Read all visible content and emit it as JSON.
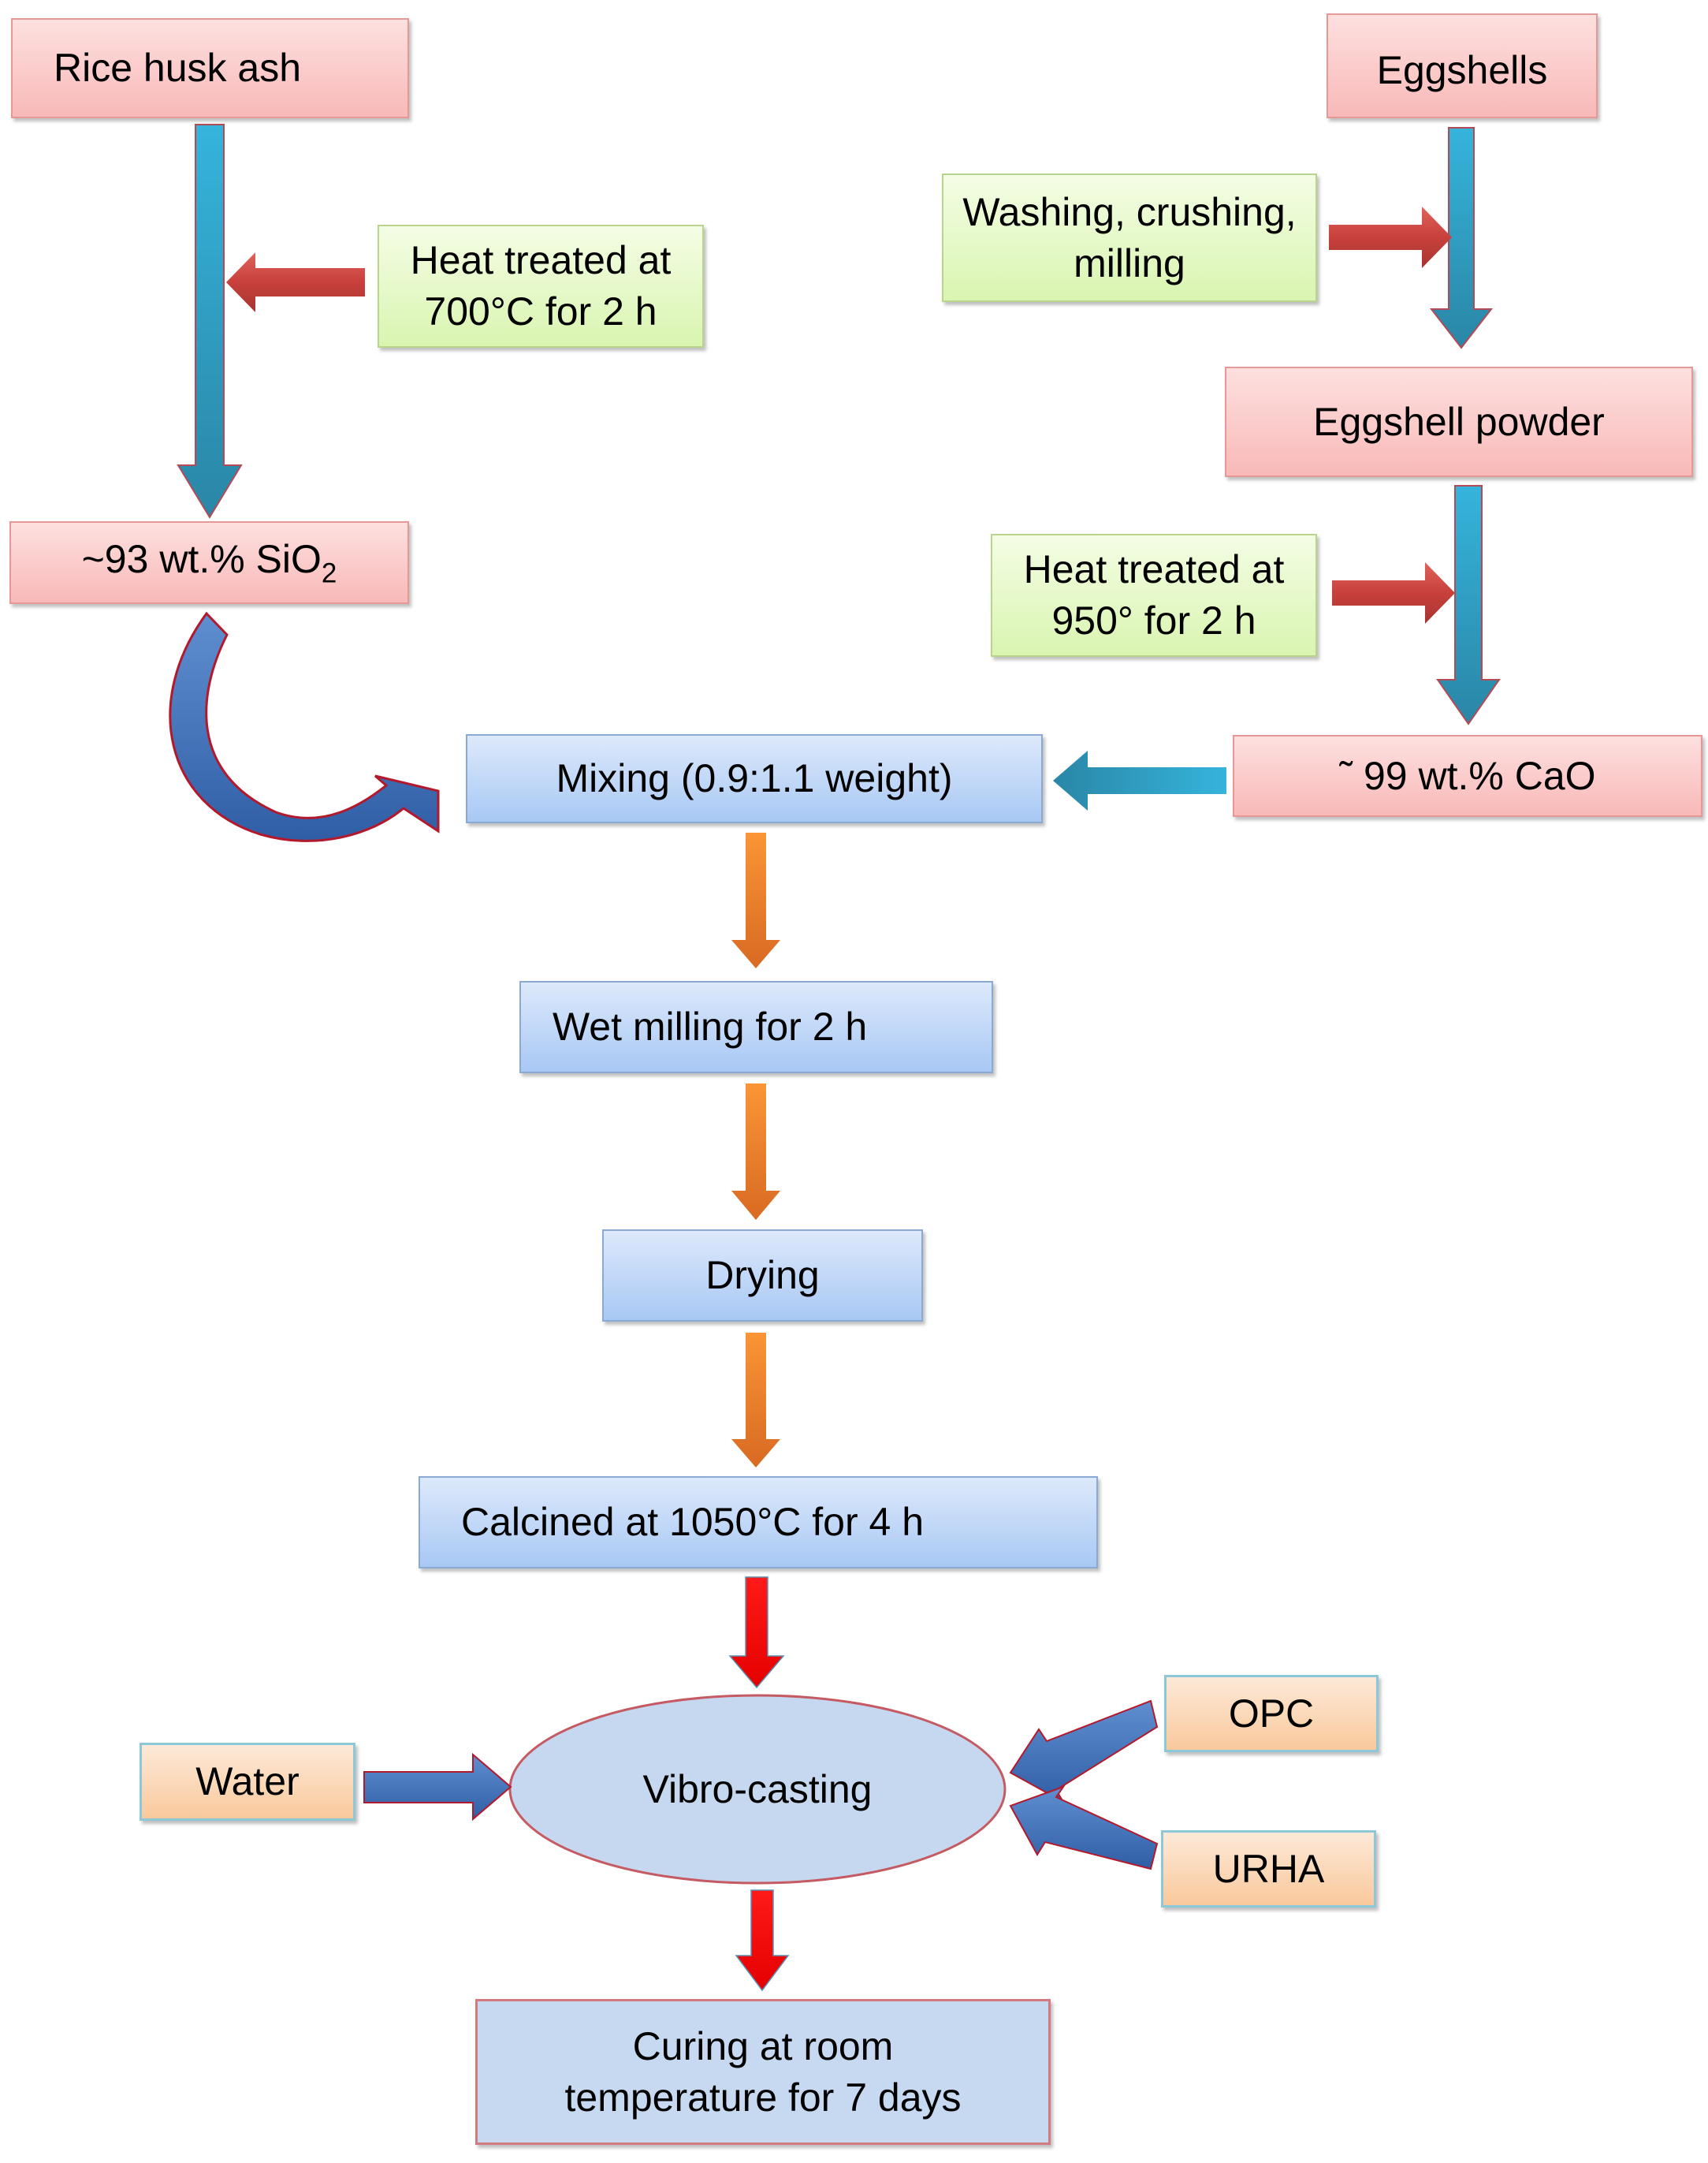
{
  "diagram": {
    "nodes": {
      "rice_husk_ash": "Rice husk ash",
      "heat_treat_rha": "Heat treated at\n700°C for  2 h",
      "silica_prefix": "~93 wt.% SiO",
      "silica_sub": "2",
      "eggshells": "Eggshells",
      "washing": "Washing, crushing,\nmilling",
      "eggshell_powder": "Eggshell powder",
      "heat_treat_egg": "Heat treated at\n950° for 2 h",
      "cao": "˜ 99 wt.% CaO",
      "mixing": "Mixing (0.9:1.1 weight)",
      "wet_milling": "Wet milling for 2 h",
      "drying": "Drying",
      "calcined": "Calcined at 1050°C for 4 h",
      "vibro_casting": "Vibro-casting",
      "water": "Water",
      "opc": "OPC",
      "urha": "URHA",
      "curing": "Curing at room\ntemperature for 7 days"
    },
    "edges": [
      {
        "from": "Rice husk ash",
        "to": "~93 wt.% SiO2",
        "color": "#2d9fc5"
      },
      {
        "from": "Heat treated at 700°C for 2 h",
        "to": "Rice husk ash arrow",
        "color": "#c8403c"
      },
      {
        "from": "~93 wt.% SiO2",
        "to": "Mixing (0.9:1.1 weight)",
        "color": "#4a72b0"
      },
      {
        "from": "Eggshells",
        "to": "Eggshell powder",
        "color": "#2d9fc5"
      },
      {
        "from": "Washing, crushing, milling",
        "to": "Eggshells arrow",
        "color": "#c8403c"
      },
      {
        "from": "Eggshell powder",
        "to": "~99 wt.% CaO",
        "color": "#2d9fc5"
      },
      {
        "from": "Heat treated at 950° for 2 h",
        "to": "Eggshell powder arrow",
        "color": "#c8403c"
      },
      {
        "from": "~99 wt.% CaO",
        "to": "Mixing (0.9:1.1 weight)",
        "color": "#2d9fc5"
      },
      {
        "from": "Mixing (0.9:1.1 weight)",
        "to": "Wet milling for 2 h",
        "color": "#f08a2c"
      },
      {
        "from": "Wet milling for 2 h",
        "to": "Drying",
        "color": "#f08a2c"
      },
      {
        "from": "Drying",
        "to": "Calcined at 1050°C for 4 h",
        "color": "#f08a2c"
      },
      {
        "from": "Calcined at 1050°C for 4 h",
        "to": "Vibro-casting",
        "color": "#ee1111"
      },
      {
        "from": "Water",
        "to": "Vibro-casting",
        "color": "#3f6fb8"
      },
      {
        "from": "OPC",
        "to": "Vibro-casting",
        "color": "#3f6fb8"
      },
      {
        "from": "URHA",
        "to": "Vibro-casting",
        "color": "#3f6fb8"
      },
      {
        "from": "Vibro-casting",
        "to": "Curing at room temperature for 7 days",
        "color": "#ee1111"
      }
    ]
  }
}
